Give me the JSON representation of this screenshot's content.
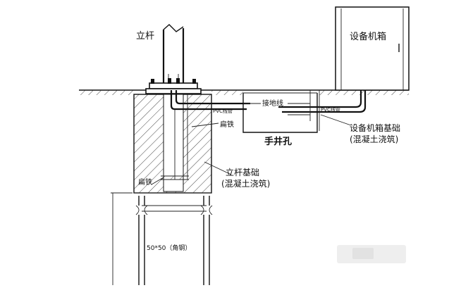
{
  "labels": {
    "pole": "立杆",
    "cabinet": "设备机箱",
    "ground_wire": "接地线",
    "flat_iron_upper": "扁铁",
    "flat_iron_lower": "扁铁",
    "handhole": "手井孔",
    "cabinet_foundation": "设备机箱基础",
    "cabinet_foundation_note": "(混凝土浇筑)",
    "pole_foundation": "立杆基础",
    "pole_foundation_note": "(混凝土浇筑)",
    "angle_steel": "50*50（角钢）",
    "pipe_left": "PVC线管",
    "pipe_right": "PVC线管"
  },
  "colors": {
    "line": "#111111",
    "background": "#ffffff"
  }
}
